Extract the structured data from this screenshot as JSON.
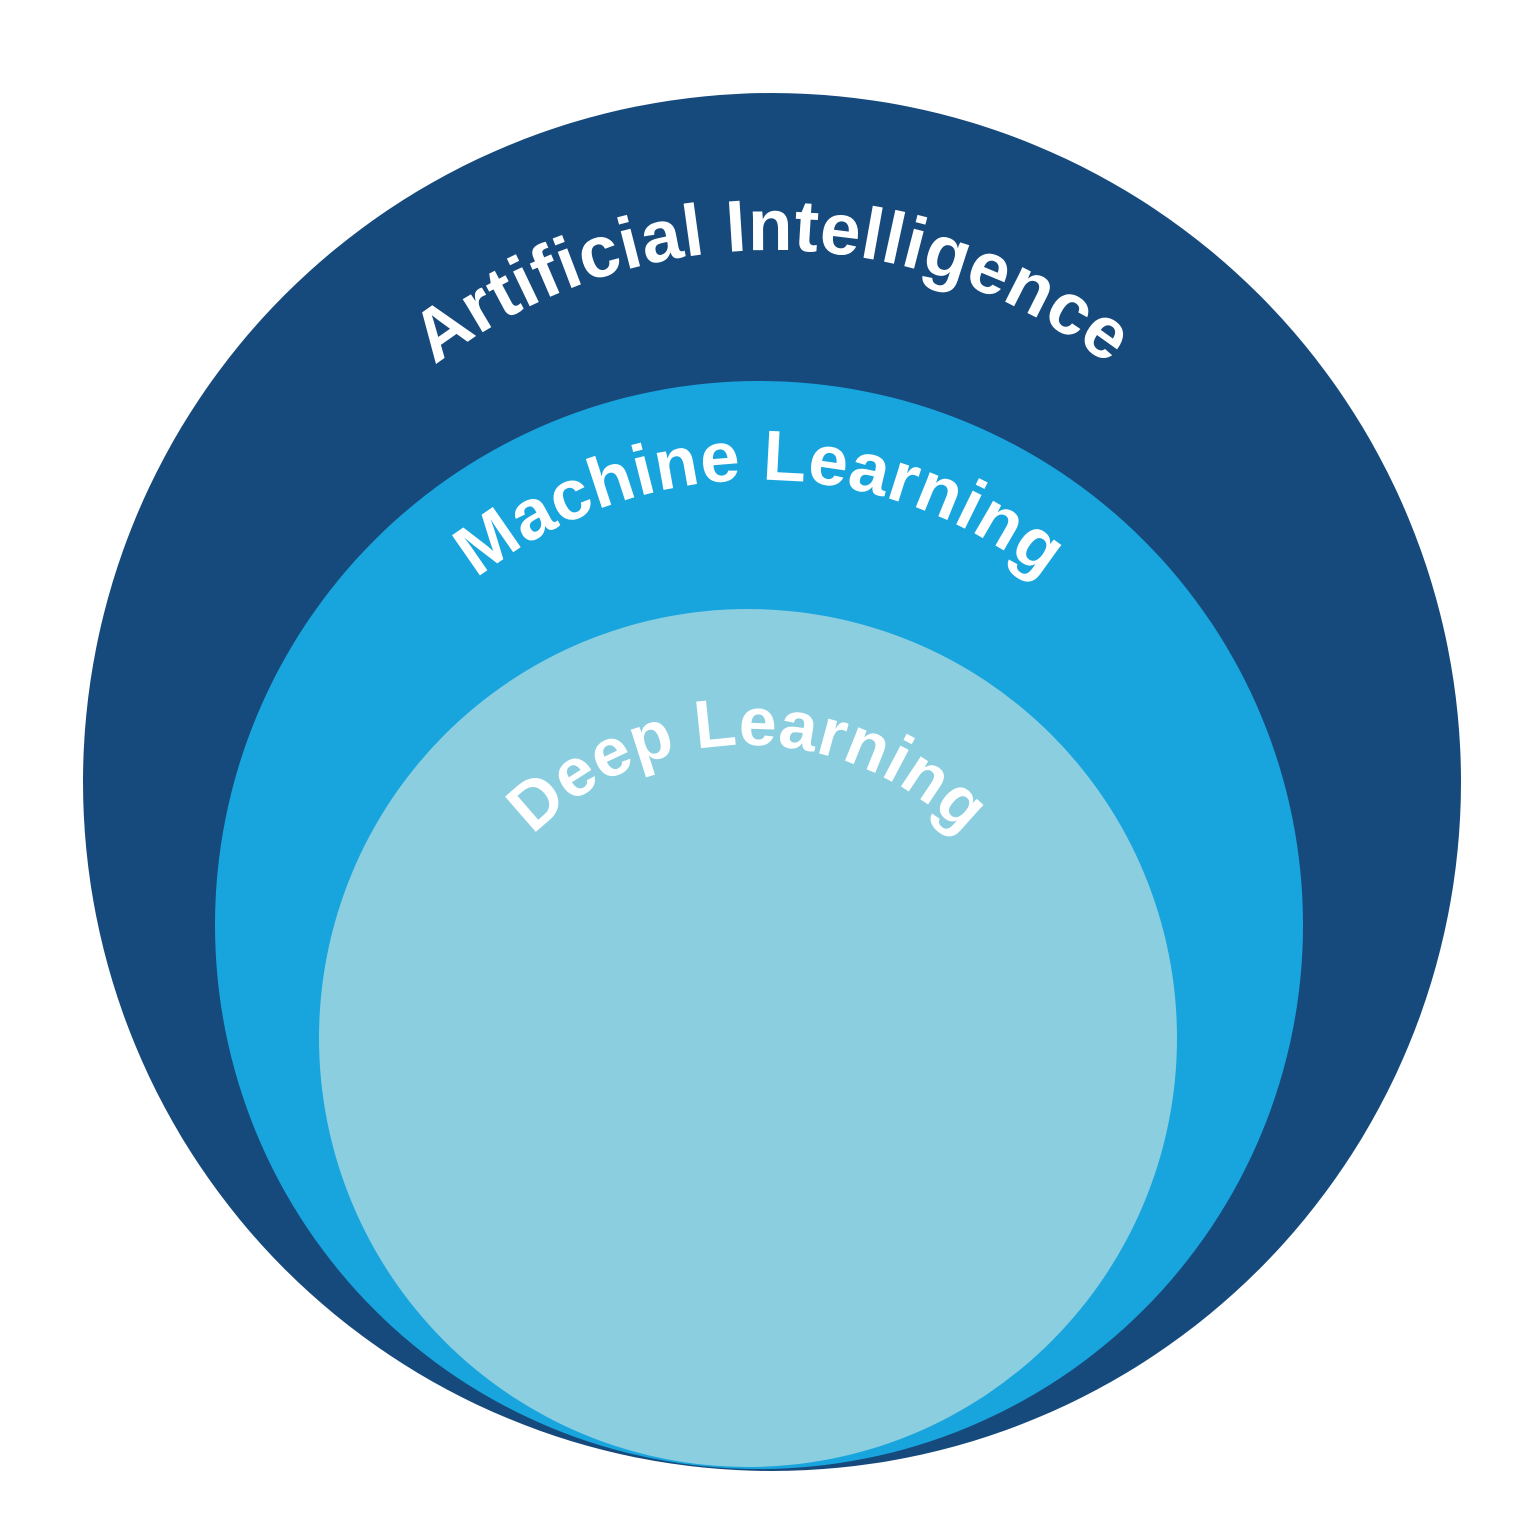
{
  "diagram": {
    "type": "nested-circles",
    "background_color": "#FFFFFF",
    "text_color": "#FFFFFF",
    "rings": [
      {
        "label": "Artificial Intelligence",
        "color": "#164A7C"
      },
      {
        "label": "Machine Learning",
        "color": "#18A5DE"
      },
      {
        "label": "Deep Learning",
        "color": "#8ACEE0"
      }
    ]
  }
}
